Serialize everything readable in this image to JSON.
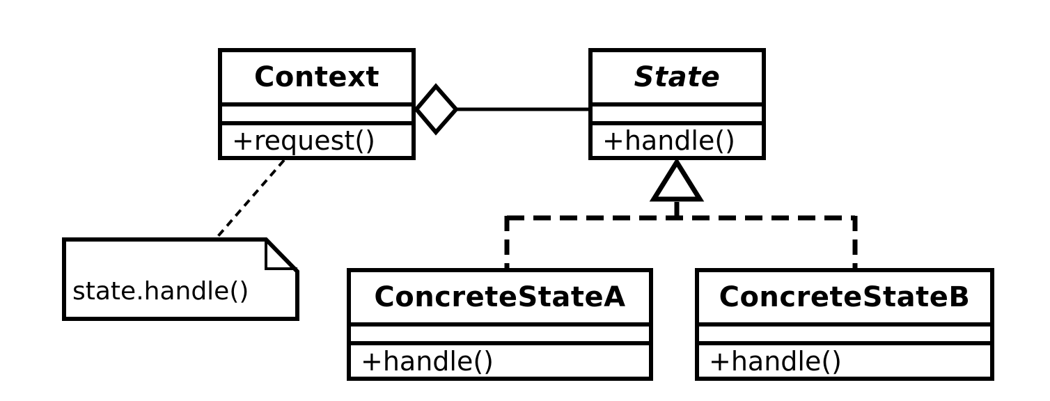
{
  "diagram": {
    "kind": "uml-class-diagram",
    "pattern_name": "State",
    "colors": {
      "stroke": "#000000",
      "fill": "#ffffff"
    },
    "classes": [
      {
        "name": "Context",
        "abstract": false,
        "attributes": [],
        "methods": [
          "+request()"
        ]
      },
      {
        "name": "State",
        "abstract": true,
        "attributes": [],
        "methods": [
          "+handle()"
        ]
      },
      {
        "name": "ConcreteStateA",
        "abstract": false,
        "attributes": [],
        "methods": [
          "+handle()"
        ]
      },
      {
        "name": "ConcreteStateB",
        "abstract": false,
        "attributes": [],
        "methods": [
          "+handle()"
        ]
      }
    ],
    "note": {
      "text": "state.handle()",
      "attached_to": "Context.request()"
    },
    "relationships": [
      {
        "from": "Context",
        "to": "State",
        "type": "aggregation"
      },
      {
        "from": "ConcreteStateA",
        "to": "State",
        "type": "generalization"
      },
      {
        "from": "ConcreteStateB",
        "to": "State",
        "type": "generalization"
      },
      {
        "from": "note",
        "to": "Context",
        "type": "note-anchor"
      }
    ]
  }
}
